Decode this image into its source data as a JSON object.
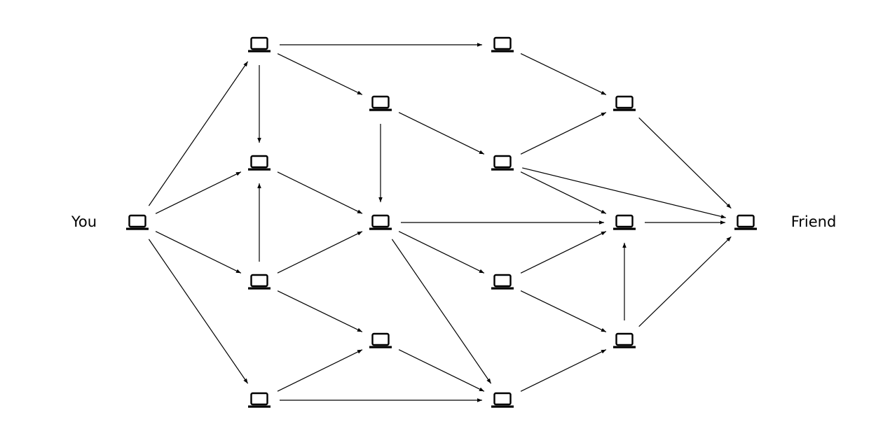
{
  "diagram": {
    "labels": {
      "source": "You",
      "target": "Friend"
    },
    "icon": "laptop-icon",
    "colors": {
      "stroke": "#000000",
      "background": "#ffffff"
    },
    "nodes": [
      {
        "id": "you",
        "name": "node-you"
      },
      {
        "id": "a1",
        "name": "node-a1"
      },
      {
        "id": "a2",
        "name": "node-a2"
      },
      {
        "id": "a3",
        "name": "node-a3"
      },
      {
        "id": "a4",
        "name": "node-a4"
      },
      {
        "id": "b1",
        "name": "node-b1"
      },
      {
        "id": "b2",
        "name": "node-b2"
      },
      {
        "id": "b3",
        "name": "node-b3"
      },
      {
        "id": "c1",
        "name": "node-c1"
      },
      {
        "id": "c2",
        "name": "node-c2"
      },
      {
        "id": "c3",
        "name": "node-c3"
      },
      {
        "id": "c4",
        "name": "node-c4"
      },
      {
        "id": "d1",
        "name": "node-d1"
      },
      {
        "id": "d2",
        "name": "node-d2"
      },
      {
        "id": "d3",
        "name": "node-d3"
      },
      {
        "id": "friend",
        "name": "node-friend"
      }
    ],
    "edges": [
      [
        "you",
        "a1"
      ],
      [
        "you",
        "a2"
      ],
      [
        "you",
        "a3"
      ],
      [
        "you",
        "a4"
      ],
      [
        "a1",
        "c1"
      ],
      [
        "a1",
        "b1"
      ],
      [
        "a1",
        "a2"
      ],
      [
        "a2",
        "b2"
      ],
      [
        "a3",
        "a2"
      ],
      [
        "a3",
        "b2"
      ],
      [
        "a3",
        "b3"
      ],
      [
        "a4",
        "b3"
      ],
      [
        "a4",
        "c4"
      ],
      [
        "b1",
        "b2"
      ],
      [
        "b1",
        "c2"
      ],
      [
        "b2",
        "d2"
      ],
      [
        "b2",
        "c3"
      ],
      [
        "b2",
        "c4"
      ],
      [
        "b3",
        "c4"
      ],
      [
        "c1",
        "d1"
      ],
      [
        "c2",
        "d1"
      ],
      [
        "c2",
        "d2"
      ],
      [
        "c2",
        "friend"
      ],
      [
        "c3",
        "d2"
      ],
      [
        "c3",
        "d3"
      ],
      [
        "c4",
        "d3"
      ],
      [
        "d1",
        "friend"
      ],
      [
        "d2",
        "friend"
      ],
      [
        "d3",
        "d2"
      ],
      [
        "d3",
        "friend"
      ]
    ]
  }
}
